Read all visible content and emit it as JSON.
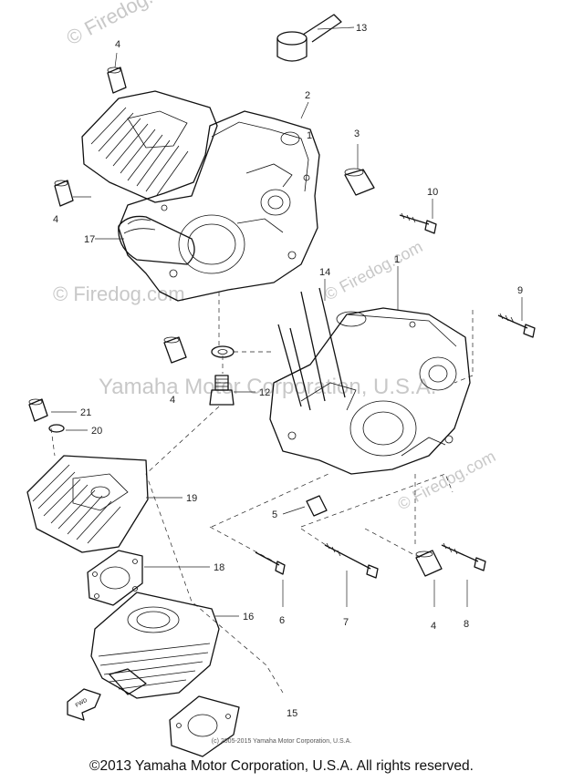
{
  "watermarks": {
    "top_right": "© Firedog.com",
    "left": "© Firedog.com",
    "center": "Yamaha Motor Corporation, U.S.A.",
    "mid_right": "© Firedog.com",
    "lower_right": "© Firedog.com"
  },
  "callouts": {
    "c13": "13",
    "c4_top": "4",
    "c2": "2",
    "c3": "3",
    "c10": "10",
    "c1_top": "1",
    "c4_left": "4",
    "c17": "17",
    "c14": "14",
    "c1_mid": "1",
    "c9": "9",
    "c4_center": "4",
    "c12": "12",
    "c21": "21",
    "c20": "20",
    "c19": "19",
    "c5": "5",
    "c18": "18",
    "c16": "16",
    "c6": "6",
    "c7": "7",
    "c4_bottom": "4",
    "c8": "8",
    "c15": "15",
    "fwd": "FWD"
  },
  "small_copyright": "(c) 2005-2015 Yamaha Motor Corporation, U.S.A.",
  "copyright": "©2013 Yamaha Motor Corporation, U.S.A. All rights reserved."
}
